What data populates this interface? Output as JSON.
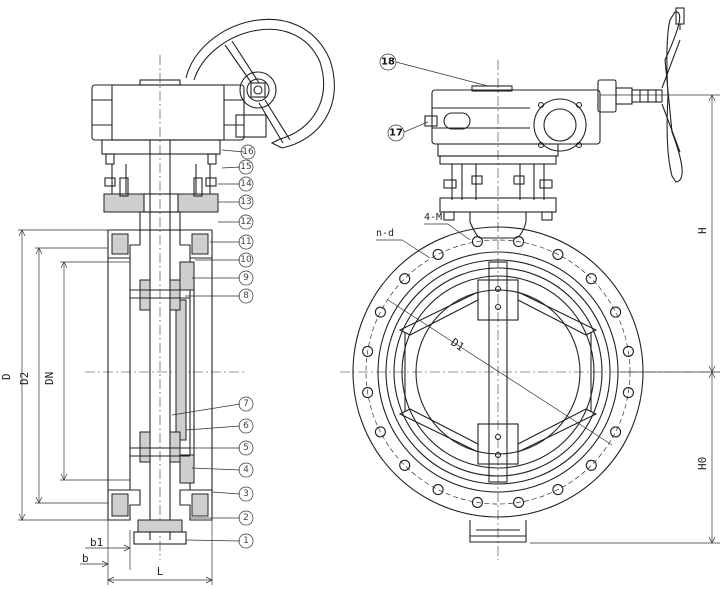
{
  "callouts_left": [
    {
      "label": "16"
    },
    {
      "label": "15"
    },
    {
      "label": "14"
    },
    {
      "label": "13"
    },
    {
      "label": "12"
    },
    {
      "label": "11"
    },
    {
      "label": "10"
    },
    {
      "label": "9"
    },
    {
      "label": "8"
    },
    {
      "label": "7"
    },
    {
      "label": "6"
    },
    {
      "label": "5"
    },
    {
      "label": "4"
    },
    {
      "label": "3"
    },
    {
      "label": "2"
    },
    {
      "label": "1"
    }
  ],
  "callouts_right": [
    {
      "label": "18"
    },
    {
      "label": "17"
    }
  ],
  "dims": {
    "D": "D",
    "D2": "D2",
    "DN": "DN",
    "b1": "b1",
    "b": "b",
    "L": "L",
    "H": "H",
    "H0": "H0",
    "n_d": "n-d",
    "four_M": "4-M",
    "D1": "D1"
  },
  "colors": {
    "line": "#222222",
    "fill": "#cfcfcf"
  }
}
